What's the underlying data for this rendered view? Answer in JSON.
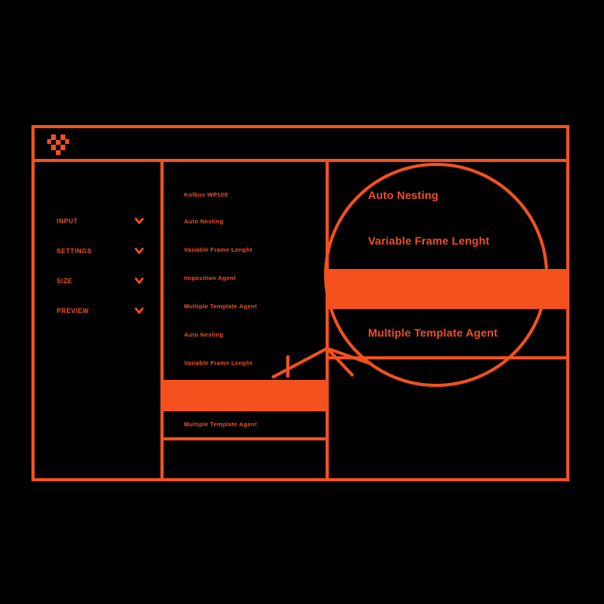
{
  "theme": {
    "accent": "#f4511e",
    "background": "#000000"
  },
  "window": {
    "logo_icon": "abstract-geometric-logo-icon",
    "title": ""
  },
  "sidebar": {
    "items": [
      {
        "label": "INPUT",
        "icon": "chevron-down-icon"
      },
      {
        "label": "SETTINGS",
        "icon": "chevron-down-icon"
      },
      {
        "label": "SIZE",
        "icon": "chevron-down-icon"
      },
      {
        "label": "PREVIEW",
        "icon": "chevron-down-icon"
      }
    ]
  },
  "list_panel": {
    "items": [
      {
        "label": "Kolbus WP100",
        "selected": false
      },
      {
        "label": "Auto Nesting",
        "selected": false
      },
      {
        "label": "Variable Frame Lenght",
        "selected": false
      },
      {
        "label": "Imposition Agent",
        "selected": false
      },
      {
        "label": "Multiple Template Agent",
        "selected": false
      },
      {
        "label": "Auto Nesting",
        "selected": false
      },
      {
        "label": "Variable Frame Lenght",
        "selected": false
      },
      {
        "label": "",
        "selected": true
      },
      {
        "label": "Multiple Template Agent",
        "selected": false
      },
      {
        "label": "",
        "selected": false
      }
    ]
  },
  "preview_panel": {
    "items": [
      {
        "label": "Auto Nesting",
        "selected": false
      },
      {
        "label": "Variable Frame Lenght",
        "selected": false
      },
      {
        "label": "",
        "selected": true
      },
      {
        "label": "Multiple Template Agent",
        "selected": false
      },
      {
        "label": "",
        "selected": false
      }
    ]
  },
  "magnifier": {
    "lens_icon": "magnifier-lens-circle",
    "handle_icon": "magnifier-handle-rays"
  }
}
